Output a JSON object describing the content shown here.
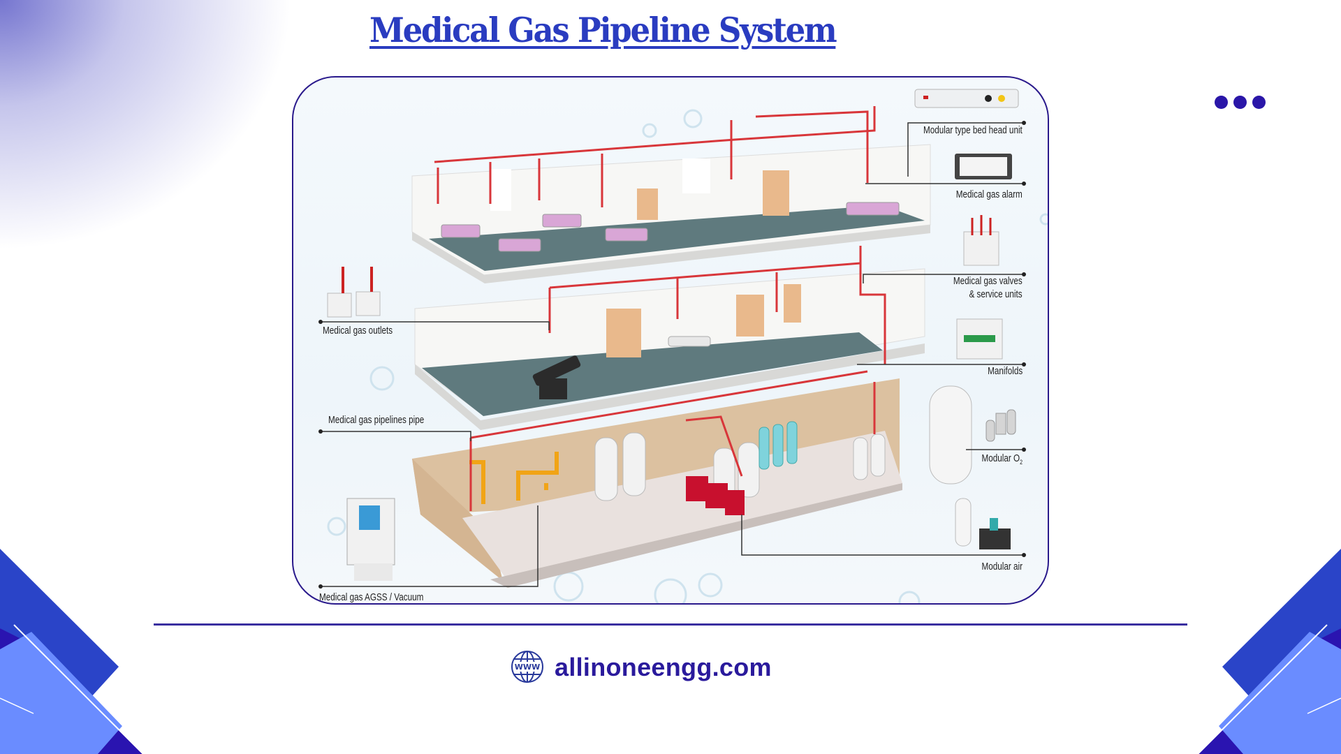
{
  "title": "Medical Gas Pipeline System",
  "menu": {
    "icon": "more-dots-icon"
  },
  "diagram": {
    "labels": {
      "bed_head": "Modular type bed head unit",
      "alarm": "Medical gas alarm",
      "valves_line1": "Medical gas valves",
      "valves_line2": "& service units",
      "manifolds": "Manifolds",
      "o2": "Modular O",
      "o2_sub": "2",
      "air": "Modular air",
      "outlets": "Medical gas outlets",
      "pipes": "Medical gas pipelines pipe",
      "agss": "Medical gas AGSS / Vacuum"
    }
  },
  "footer": {
    "icon": "globe-www-icon",
    "globe_text": "WWW",
    "website": "allinoneengg.com"
  },
  "colors": {
    "accent": "#2a3cc0",
    "frame": "#2a1a8c",
    "pipe": "#d8363a",
    "deco_blue": "#2a44c8",
    "deco_light": "#6a8cff"
  }
}
